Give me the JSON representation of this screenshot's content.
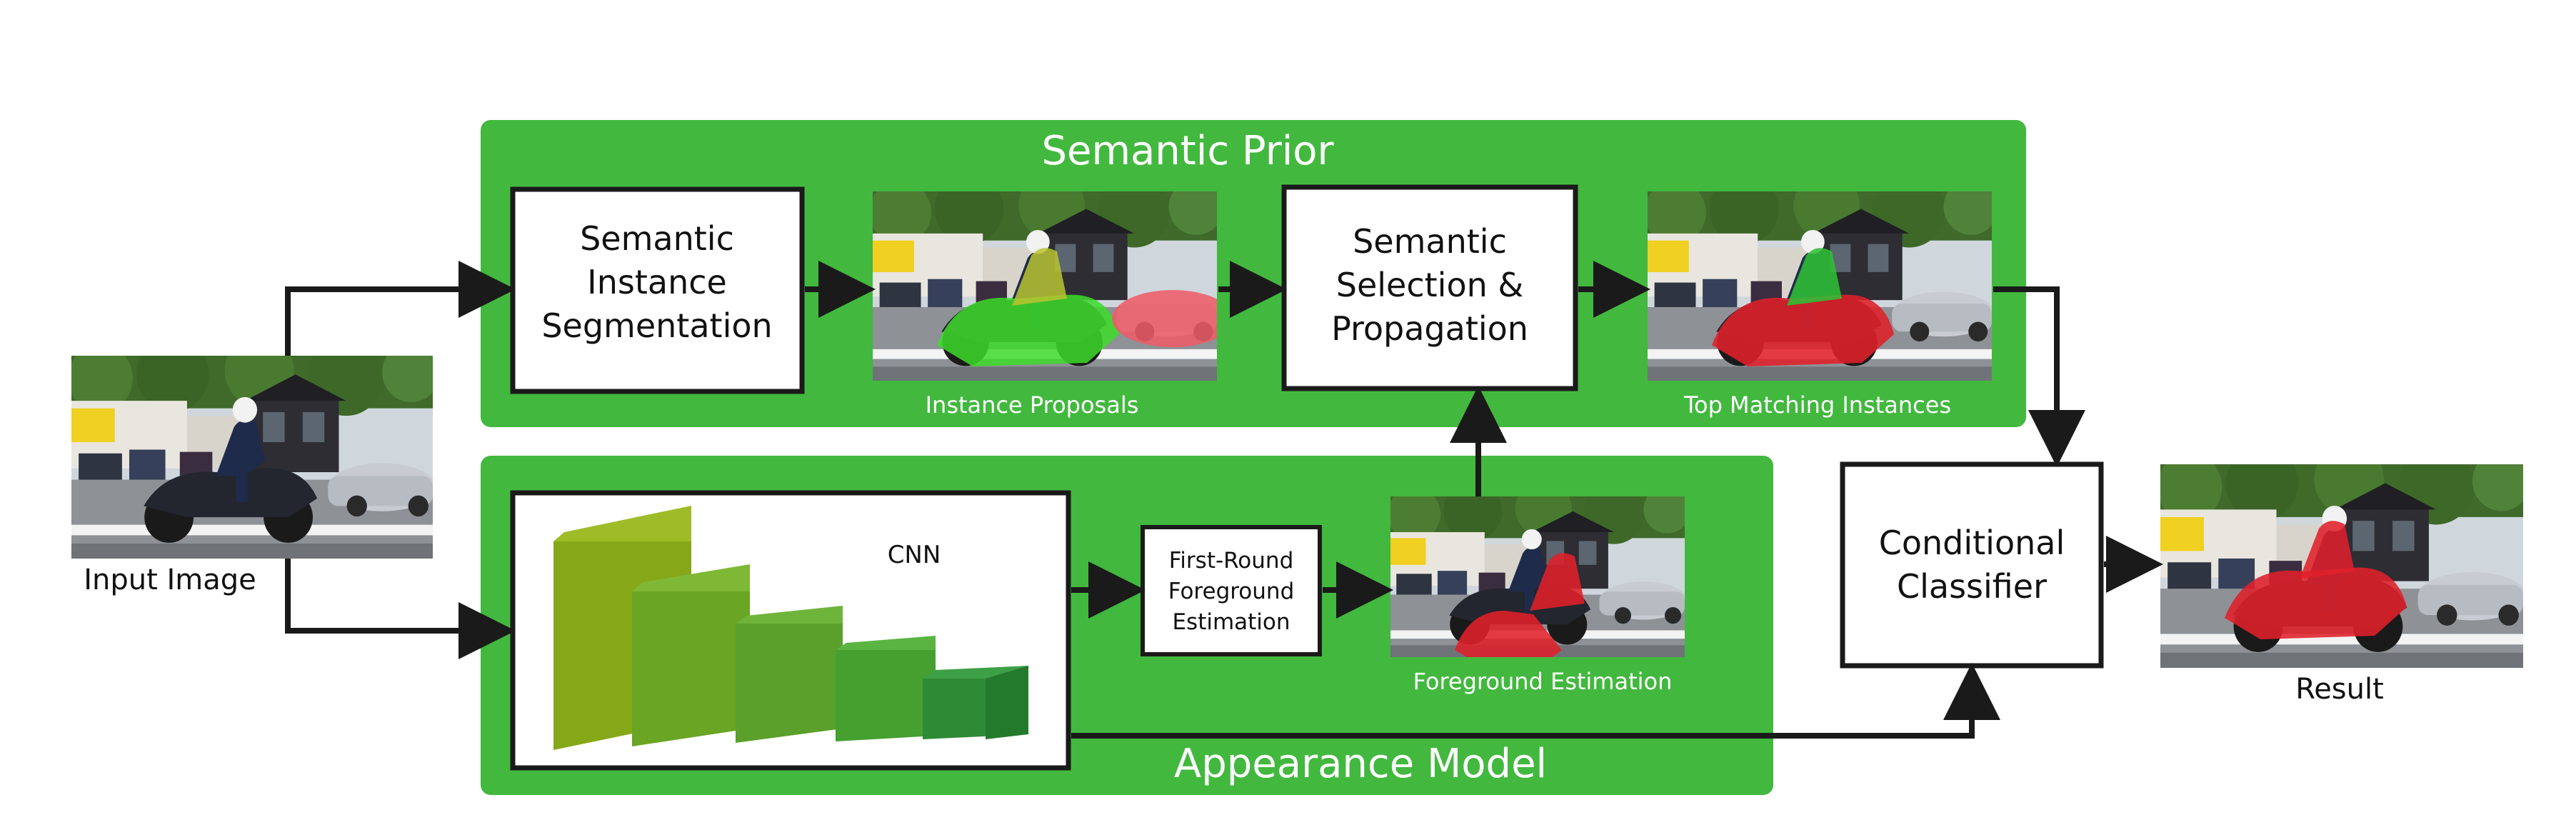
{
  "colors": {
    "panel_green": "#42b83f",
    "arrow": "#1a1a1a",
    "box_border": "#1a1a1a",
    "box_fill": "#ffffff",
    "mask_green": "#3ddc2a",
    "mask_red": "#e0202a",
    "cnn_greens": [
      "#86a818",
      "#6aa524",
      "#5aa02a",
      "#45a030",
      "#2f8a36"
    ]
  },
  "panels": {
    "semantic_prior": "Semantic Prior",
    "appearance_model": "Appearance Model"
  },
  "boxes": {
    "semantic_instance_segmentation": [
      "Semantic",
      "Instance",
      "Segmentation"
    ],
    "semantic_selection_propagation": [
      "Semantic",
      "Selection &",
      "Propagation"
    ],
    "first_round_foreground": [
      "First-Round",
      "Foreground",
      "Estimation"
    ],
    "conditional_classifier": [
      "Conditional",
      "Classifier"
    ],
    "cnn_label": "CNN"
  },
  "image_captions": {
    "input": "Input Image",
    "instance_proposals": "Instance Proposals",
    "top_matching": "Top Matching Instances",
    "foreground_estimation": "Foreground Estimation",
    "result": "Result"
  },
  "image_masks": {
    "input": "none",
    "instance_proposals": "multi-color",
    "top_matching": "red-green",
    "foreground_estimation": "red",
    "result": "red"
  }
}
